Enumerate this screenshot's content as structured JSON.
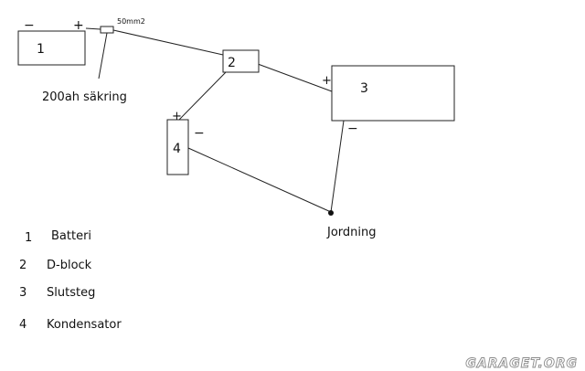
{
  "components": {
    "battery": {
      "label": "1",
      "minus": "−",
      "plus": "+"
    },
    "dblock": {
      "label": "2"
    },
    "amp": {
      "label": "3",
      "plus": "+",
      "minus": "−"
    },
    "capacitor": {
      "label": "4",
      "plus": "+",
      "minus": "−"
    },
    "fuse": {
      "cable_label": "50mm2",
      "label": "200ah säkring"
    },
    "ground": {
      "label": "Jordning"
    }
  },
  "legend": [
    {
      "num": "1",
      "name": "Batteri"
    },
    {
      "num": "2",
      "name": "D-block"
    },
    {
      "num": "3",
      "name": "Slutsteg"
    },
    {
      "num": "4",
      "name": "Kondensator"
    }
  ],
  "watermark": "GARAGET.ORG"
}
